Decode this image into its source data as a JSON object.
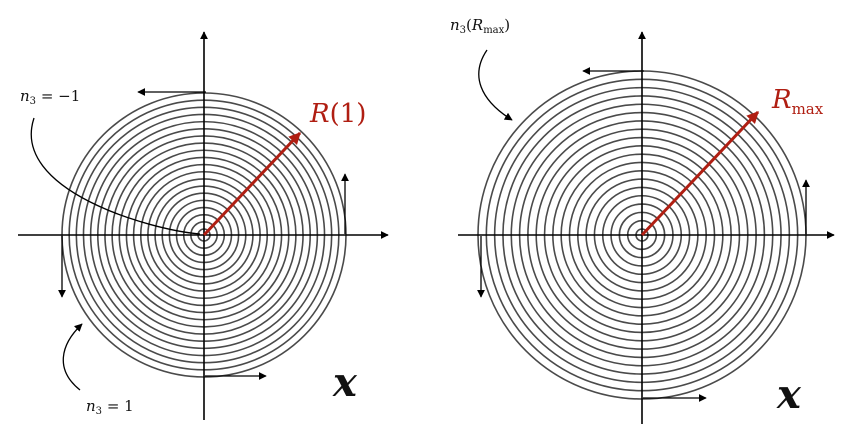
{
  "colors": {
    "ring": "#4a4a4a",
    "axis": "#000000",
    "arrow": "#b01e12",
    "label_red": "#b01e12"
  },
  "left_panel": {
    "ring_count": 20,
    "radius_label_main": "R",
    "radius_label_arg": "(1)",
    "n3_top": {
      "var": "n",
      "sub": "3",
      "rel": " = −1"
    },
    "n3_bottom": {
      "var": "n",
      "sub": "3",
      "rel": " = 1"
    },
    "axis_label": "x"
  },
  "right_panel": {
    "ring_count": 20,
    "radius_label_main": "R",
    "radius_label_sub": "max",
    "n3_top": {
      "var": "n",
      "sub": "3",
      "open": "(",
      "inner": "R",
      "inner_sub": "max",
      "close": ")"
    },
    "axis_label": "x"
  }
}
